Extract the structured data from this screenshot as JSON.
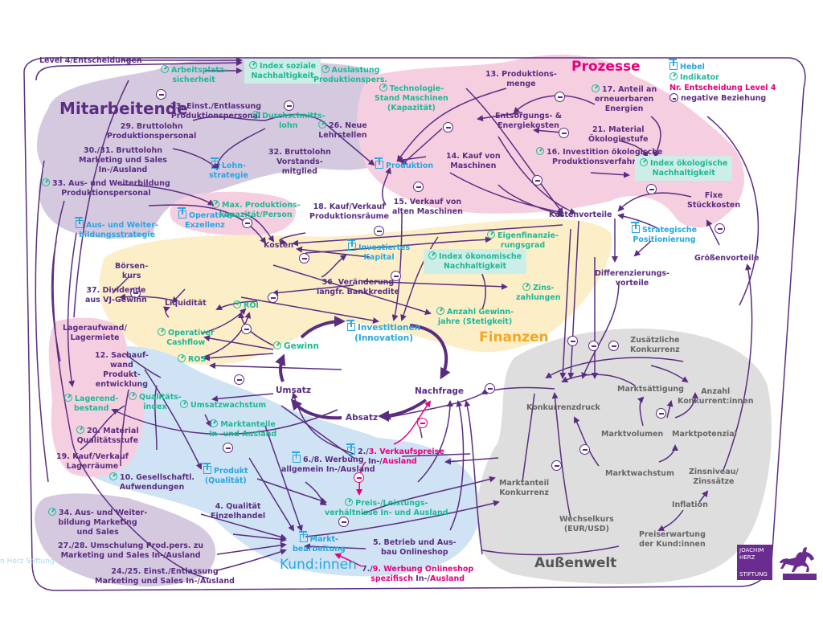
{
  "colors": {
    "purple": "#5b2d82",
    "indicator": "#1fb896",
    "lever": "#27a6e0",
    "decision": "#e5007e",
    "mitarbeitende_bg": "#d5c9e0",
    "prozesse_bg": "#f5cfe0",
    "finanzen_bg": "#fcefc8",
    "kunden_bg": "#cfe3f4",
    "aussenwelt_bg": "#dedede",
    "index_box": "#cdeee6",
    "finanzen_title": "#f5a623",
    "prozesse_title": "#e5007e",
    "kunden_title": "#27a6e0"
  },
  "header": {
    "level_label": "Level 4/Entscheidungen"
  },
  "legend": {
    "lever": "Hebel",
    "indicator": "Indikator",
    "decision": "Nr. Entscheidung Level 4",
    "negative": "negative Beziehung"
  },
  "regions": {
    "mitarbeitende": "Mitarbeitende",
    "prozesse": "Prozesse",
    "finanzen": "Finanzen",
    "kunden": "Kund:innen",
    "aussenwelt": "Außenwelt"
  },
  "nodes": {
    "arbeitsplatz": "Arbeitsplatz-\nsicherheit",
    "index_sozial": "Index soziale\nNachhaltigkeit",
    "auslastung": "Auslastung\nProduktionspers.",
    "einst23": "23. Einst./Entlassung\nProduktionspersonal",
    "durchschnitt": "Durchschnitts-\nlohn",
    "lehrstellen": "26. Neue\nLehrstellen",
    "brutto29": "29. Bruttolohn\nProduktionspersonal",
    "brutto30": "30./31. Bruttolohn\nMarketing und Sales\nIn-/Ausland",
    "lohnstrategie": "Lohn-\nstrategie",
    "brutto32": "32. Bruttolohn\nVorstands-\nmitglied",
    "ausbildung33": "33. Aus- und Weiterbildung\nProduktionspersonal",
    "ausweiter_strat": "Aus- und Weiter-\nbildungsstrategie",
    "operative_exz": "Operative\nExzellenz",
    "max_prod": "Max. Produktions-\nkapazität/Person",
    "technologie": "Technologie-\nStand Maschinen\n(Kapazität)",
    "produktion": "Produktion",
    "kauf14": "14. Kauf von\nMaschinen",
    "verkauf15": "15. Verkauf von\nalten Maschinen",
    "kauf18": "18. Kauf/Verkauf\nProduktionsräume",
    "prodmenge13": "13. Produktions-\nmenge",
    "entsorgung": "Entsorgungs- &\nEnergiekosten",
    "anteil17": "17. Anteil an\nerneuerbaren\nEnergien",
    "material21": "21. Material\nÖkologiestufe",
    "invest16": "16. Investition ökologische\nProduktionsverfahren",
    "index_oeko": "Index ökologische\nNachhaltigkeit",
    "fixe": "Fixe\nStückkosten",
    "kostenvorteile": "Kostenvorteile",
    "strat_pos": "Strategische\nPositionierung",
    "groessen": "Größenvorteile",
    "differenz": "Differenzierungs-\nvorteile",
    "kosten": "Kosten",
    "invest_kapital": "Investiertes\nKapital",
    "eigenfin": "Eigenfinanzie-\nrungsgrad",
    "index_oekonom": "Index ökonomische\nNachhaltigkeit",
    "boersen": "Börsen-\nkurs",
    "dividende37": "37. Dividende\naus VJ-Gewinn",
    "liquiditaet": "Liquidität",
    "roi": "ROI",
    "veraenderung36": "36. Veränderung\nlangfr. Bankkredite",
    "zins": "Zins-\nzahlungen",
    "anzahl_gewinn": "Anzahl Gewinn-\njahre (Stetigkeit)",
    "op_cashflow": "Operativer\nCashflow",
    "ros": "ROS",
    "gewinn": "Gewinn",
    "investitionen": "Investitionen\n(Innovation)",
    "umsatz": "Umsatz",
    "nachfrage": "Nachfrage",
    "absatz": "Absatz",
    "lageraufwand": "Lageraufwand/\nLagermiete",
    "sachaufwand12": "12. Sachauf-\nwand\nProdukt-\nentwicklung",
    "qualitaet_idx": "Qualitäts-\nindex",
    "lagerend": "Lagerend-\nbestand",
    "umsatzwachstum": "Umsatzwachstum",
    "material20": "20. Material\nQualitätsstufe",
    "marktanteile": "Marktanteile\nIn- und Ausland",
    "kauf19": "19. Kauf/Verkauf\nLagerräume",
    "produkt": "Produkt\n(Qualität)",
    "gesell10": "10. Gesellschaftl.\nAufwendungen",
    "werbung68": "6./8. Werbung\nallgemein In-/Ausland",
    "vkpreise_prefix": "2./",
    "vkpreise_num": "3.",
    "vkpreise_main": "Verkaufspreise",
    "vkpreise_line2a": "In-/",
    "vkpreise_line2b": "Ausland",
    "preis_leist": "Preis-/Leistungs-\nverhältnisse In- und Ausland",
    "qualitaet4": "4. Qualität\nEinzelhandel",
    "marktbearb": "Markt-\nbearbeitung",
    "betrieb5": "5. Betrieb und Aus-\nbau Onlineshop",
    "werbung79_prefix": "7./",
    "werbung79_main": "9. Werbung Onlineshop",
    "werbung79_line2a": "spezifisch",
    "werbung79_line2b": " In-/",
    "werbung79_line2c": "Ausland",
    "aus34": "34. Aus- und Weiter-\nbildung Marketing\nund Sales",
    "umschulung27": "27./28. Umschulung Prod.pers. zu\nMarketing und Sales In-/Ausland",
    "einst24": "24./25. Einst./Entlassung\nMarketing und Sales In-/Ausland",
    "konkurrenzdruck": "Konkurrenzdruck",
    "zusaetzlich": "Zusätzliche\nKonkurrenz",
    "marktsaettigung": "Marktsättigung",
    "anzahl_konk": "Anzahl\nKonkurrent:innen",
    "marktvolumen": "Marktvolumen",
    "marktpotenzial": "Marktpotenzial",
    "marktanteil_konk": "Marktanteil\nKonkurrenz",
    "marktwachstum": "Marktwachstum",
    "zinsniveau": "Zinsniveau/\nZinssätze",
    "inflation": "Inflation",
    "wechselkurs": "Wechselkurs\n(EUR/USD)",
    "preiserwartung": "Preiserwartung\nder Kund:innen"
  },
  "footer": {
    "left_text": "n Herz Stiftung",
    "logo_line1": "JOACHIM",
    "logo_line2": "HERZ",
    "logo_line3": "STIFTUNG"
  }
}
